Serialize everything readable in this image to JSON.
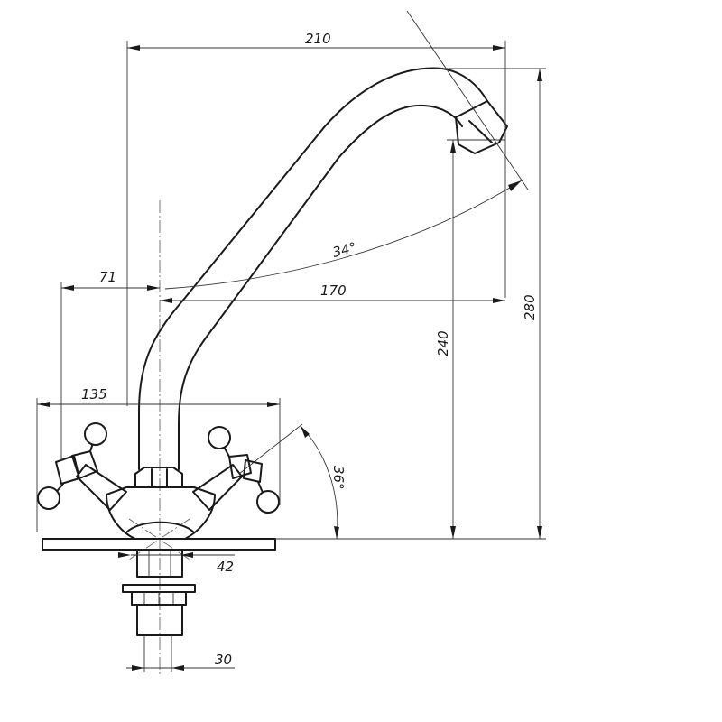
{
  "dimensions": {
    "d210": "210",
    "d71": "71",
    "d170": "170",
    "d135": "135",
    "d240": "240",
    "d280": "280",
    "d42": "42",
    "d30": "30",
    "angle34": "34°",
    "angle36": "36°"
  }
}
